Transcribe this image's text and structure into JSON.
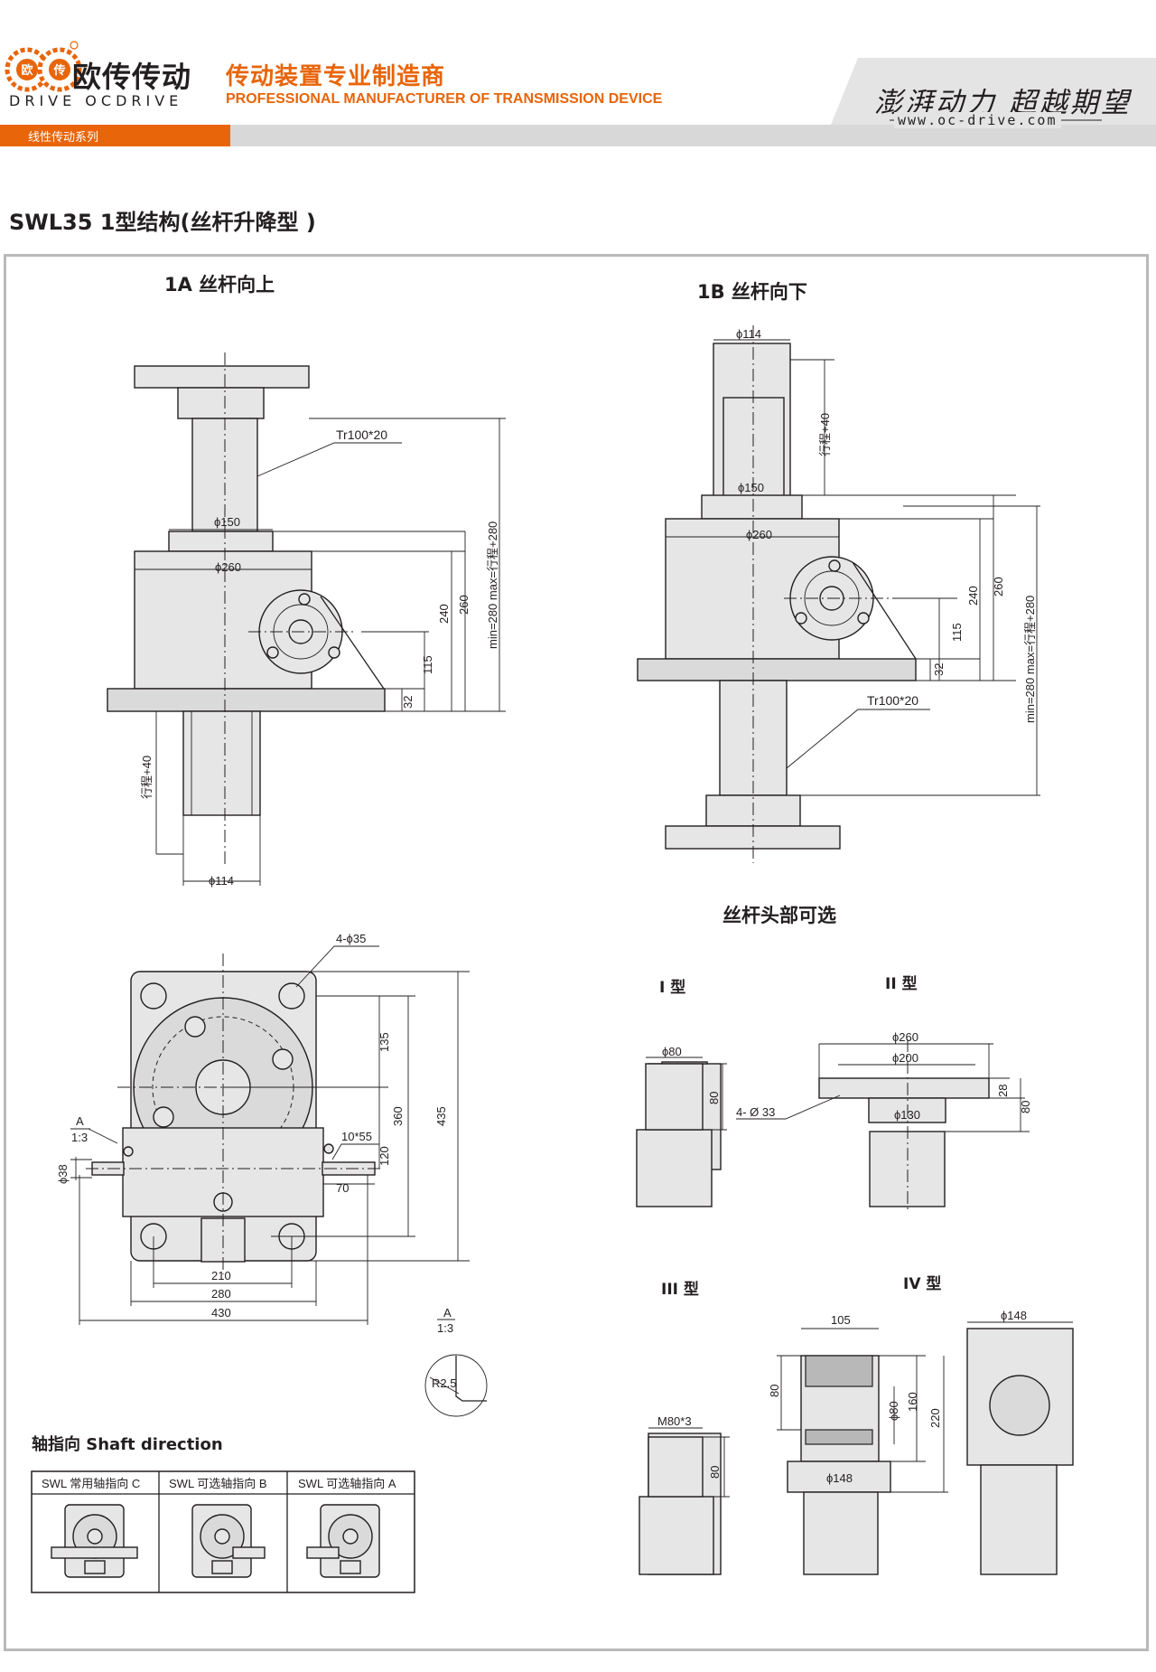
{
  "header": {
    "brand_cn": "欧传传动",
    "brand_en": "DRIVE OCDRIVE",
    "logo_left_char": "欧",
    "logo_right_char": "传",
    "tagline_cn": "传动装置专业制造商",
    "tagline_en": "PROFESSIONAL MANUFACTURER OF TRANSMISSION DEVICE",
    "slogan": "澎湃动力 超越期望",
    "website": "www.oc-drive.com",
    "series_tag": "线性传动系列",
    "accent_color": "#e8650a"
  },
  "title": "SWL35 1型结构(丝杆升降型 )",
  "views": {
    "1a": {
      "title": "1A 丝杆向上",
      "thread": "Tr100*20",
      "d150": "ϕ150",
      "d260": "ϕ260",
      "d114": "ϕ114",
      "h240": "240",
      "h260": "260",
      "h115": "115",
      "h32": "32",
      "stroke_range": "min=280 max=行程+280",
      "stroke_plus": "行程+40"
    },
    "1b": {
      "title": "1B 丝杆向下",
      "d114": "ϕ114",
      "d150": "ϕ150",
      "d260": "ϕ260",
      "stroke_plus": "行程+40",
      "h240": "240",
      "h260": "260",
      "h115": "115",
      "h32": "32",
      "stroke_range": "min=280 max=行程+280",
      "thread": "Tr100*20"
    },
    "plan": {
      "holes": "4-ϕ35",
      "d135": "135",
      "d360": "360",
      "d435": "435",
      "d120": "120",
      "key": "10*55",
      "d70": "70",
      "d38": "ϕ38",
      "section": "A",
      "scale": "1:3",
      "w210": "210",
      "w280": "280",
      "w430": "430"
    },
    "detail": {
      "section": "A",
      "scale": "1:3",
      "radius": "R2.5"
    }
  },
  "heads": {
    "title": "丝杆头部可选",
    "type1": {
      "label": "I 型",
      "d80": "ϕ80",
      "h80": "80"
    },
    "type2": {
      "label": "II 型",
      "d260": "ϕ260",
      "d200": "ϕ200",
      "h28": "28",
      "h80": "80",
      "holes": "4- Ø 33",
      "d130": "ϕ130"
    },
    "type3": {
      "label": "III 型",
      "thread": "M80*3",
      "h80": "80"
    },
    "type4": {
      "label": "IV 型",
      "w105": "105",
      "d148a": "ϕ148",
      "h80": "80",
      "d80": "ϕ80",
      "h160": "160",
      "h220": "220",
      "d148b": "ϕ148"
    }
  },
  "shaft": {
    "title": "轴指向  Shaft direction",
    "columns": [
      "SWL 常用轴指向 C",
      "SWL 可选轴指向 B",
      "SWL 可选轴指向 A"
    ]
  }
}
